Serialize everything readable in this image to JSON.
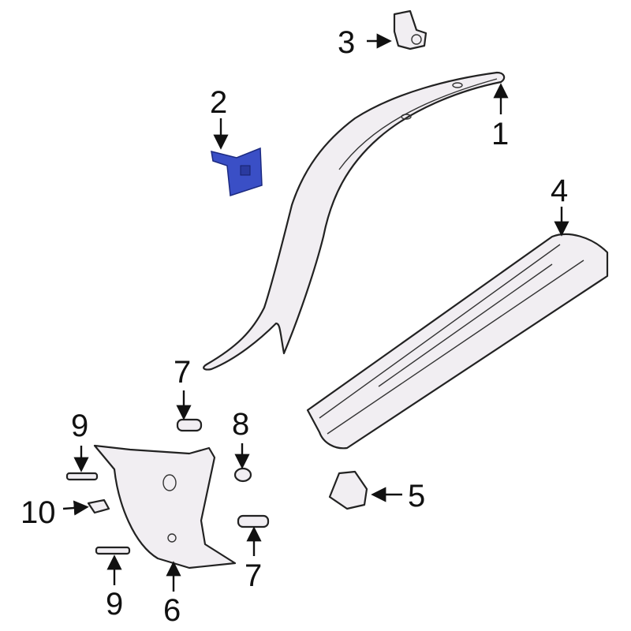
{
  "diagram": {
    "highlight_color": "#3a4fc6",
    "callouts": [
      {
        "id": "c1",
        "label": "1",
        "part": "pillar-trim"
      },
      {
        "id": "c2",
        "label": "2",
        "part": "bracket-highlighted"
      },
      {
        "id": "c3",
        "label": "3",
        "part": "clip"
      },
      {
        "id": "c4",
        "label": "4",
        "part": "sill-plate"
      },
      {
        "id": "c5",
        "label": "5",
        "part": "bracket"
      },
      {
        "id": "c6",
        "label": "6",
        "part": "lower-trim-panel"
      },
      {
        "id": "c7a",
        "label": "7",
        "part": "retainer-upper"
      },
      {
        "id": "c7b",
        "label": "7",
        "part": "retainer-lower"
      },
      {
        "id": "c8",
        "label": "8",
        "part": "clip"
      },
      {
        "id": "c9a",
        "label": "9",
        "part": "screw-upper"
      },
      {
        "id": "c9b",
        "label": "9",
        "part": "screw-lower"
      },
      {
        "id": "c10",
        "label": "10",
        "part": "nut"
      }
    ]
  }
}
